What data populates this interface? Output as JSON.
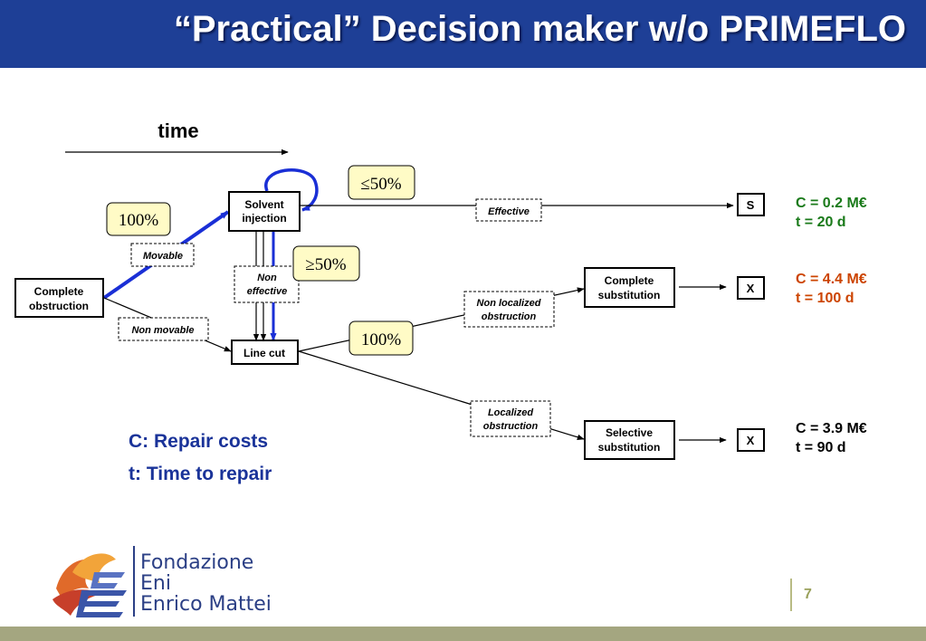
{
  "header": {
    "title": "“Practical” Decision maker w/o PRIMEFLO"
  },
  "timeline": {
    "label": "time"
  },
  "nodes": {
    "complete_obstruction": [
      "Complete",
      "obstruction"
    ],
    "solvent_injection": [
      "Solvent",
      "injection"
    ],
    "line_cut": "Line cut",
    "complete_substitution": [
      "Complete",
      "substitution"
    ],
    "selective_substitution": [
      "Selective",
      "substitution"
    ],
    "outcome_s": "S",
    "outcome_x1": "X",
    "outcome_x2": "X"
  },
  "conditions": {
    "movable": "Movable",
    "non_movable": "Non movable",
    "non_effective": [
      "Non",
      "effective"
    ],
    "effective": "Effective",
    "non_localized": [
      "Non localized",
      "obstruction"
    ],
    "localized": [
      "Localized",
      "obstruction"
    ]
  },
  "probabilities": {
    "p_movable": "100%",
    "p_effective": "≤50%",
    "p_non_effective": "≥50%",
    "p_line_cut": "100%"
  },
  "results": {
    "effective": {
      "cost": "C = 0.2 M€",
      "time": "t = 20 d",
      "color": "#1a7a1a"
    },
    "complete_substitution": {
      "cost": "C = 4.4 M€",
      "time": "t = 100 d",
      "color": "#cc4400"
    },
    "selective_substitution": {
      "cost": "C = 3.9 M€",
      "time": "t = 90 d",
      "color": "#000000"
    }
  },
  "legend": {
    "cost": "C: Repair costs",
    "time": "t: Time to repair"
  },
  "logo": {
    "line1": "Fondazione",
    "line2": "Eni",
    "line3": "Enrico Mattei"
  },
  "page_number": "7"
}
